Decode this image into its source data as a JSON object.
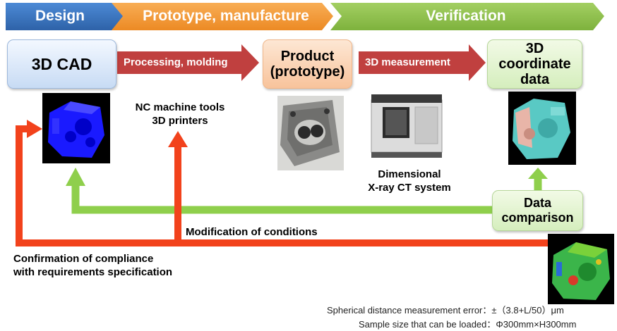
{
  "phases": {
    "design": "Design",
    "prototype": "Prototype, manufacture",
    "verification": "Verification"
  },
  "boxes": {
    "cad": "3D CAD",
    "product": "Product\n(prototype)",
    "coordinate": "3D coordinate\ndata",
    "comparison": "Data\ncomparison"
  },
  "flow_arrows": {
    "processing": "Processing, molding",
    "measurement": "3D measurement"
  },
  "labels": {
    "nc_tools": "NC machine tools\n3D printers",
    "ct_system": "Dimensional\nX-ray CT system",
    "modification": "Modification of conditions",
    "confirmation": "Confirmation of compliance\nwith requirements specification"
  },
  "specs": {
    "error": "Spherical distance measurement error：±（3.8+L/50）μm",
    "size": "Sample size that can be loaded：Φ300mm×H300mm"
  },
  "colors": {
    "design_phase": "#3a77c4",
    "prototype_phase": "#f39a3c",
    "verification_phase": "#8fc24a",
    "flow_arrow": "#c0403f",
    "feedback_red": "#f2421c",
    "feedback_green": "#8fcf4c"
  }
}
